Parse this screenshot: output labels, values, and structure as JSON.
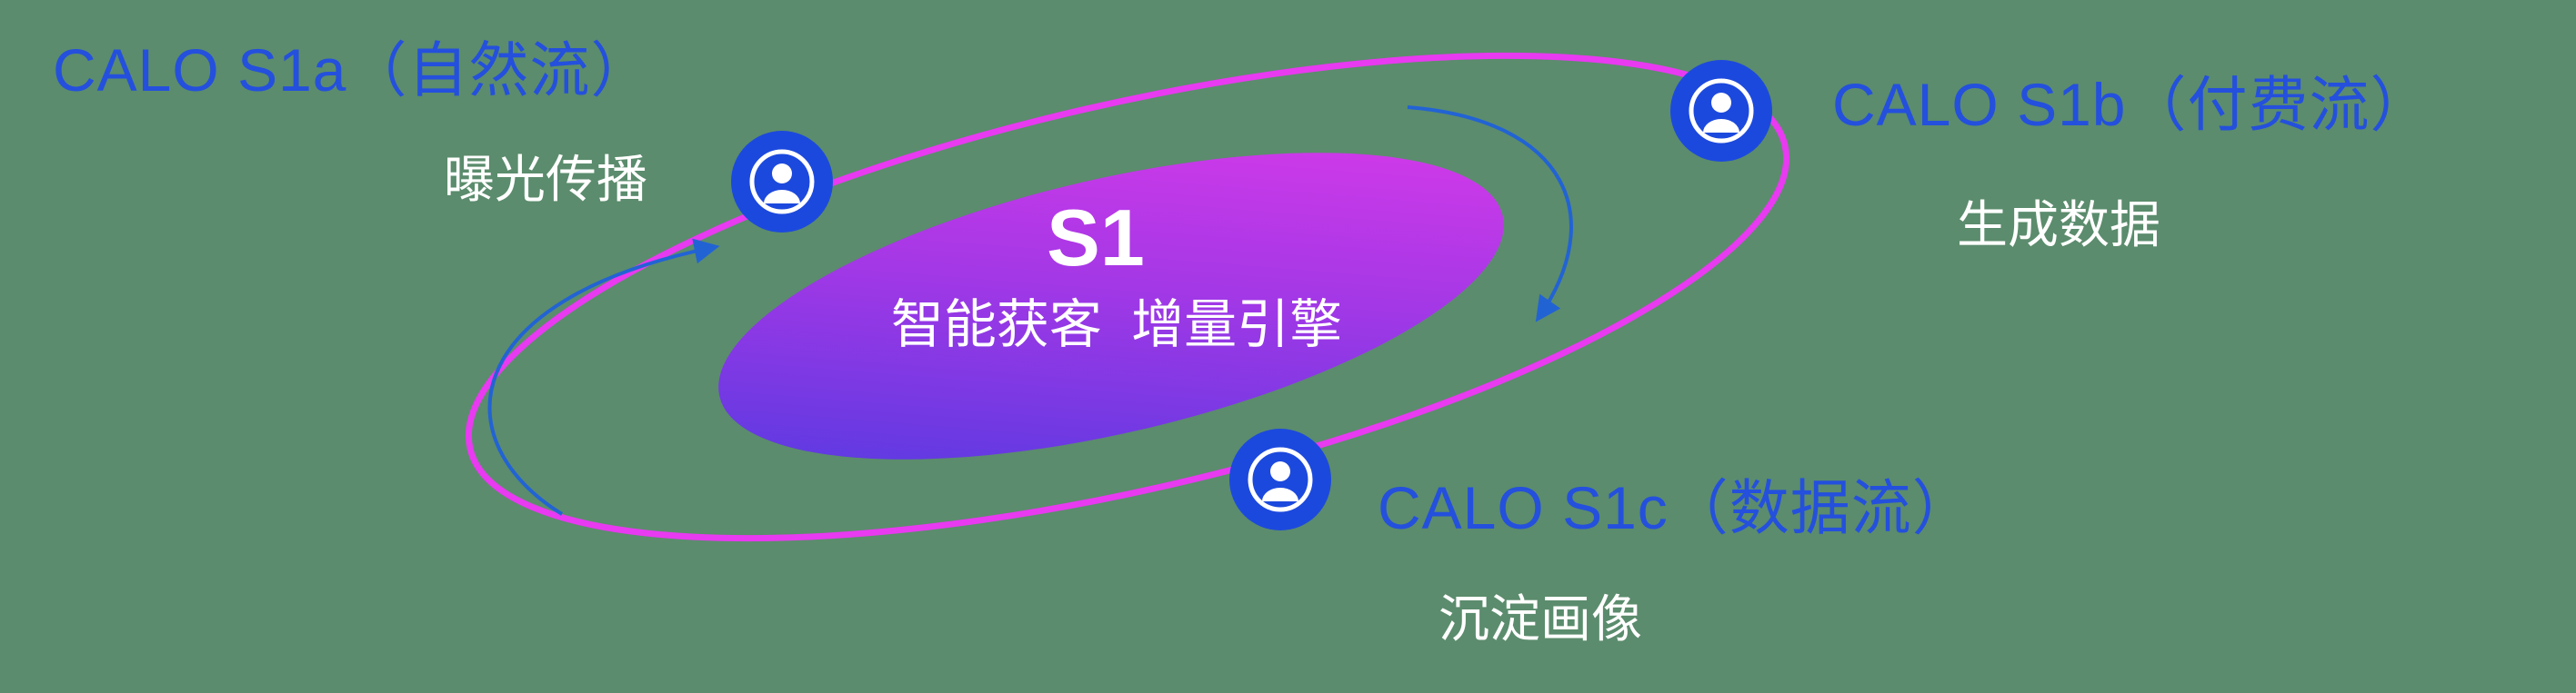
{
  "background_color": "#5b8c6d",
  "colors": {
    "background_green": "#5b8c6d",
    "title_blue": "#2450dd",
    "subtitle_white": "#ffffff",
    "ring_magenta": "#e83af0",
    "core_gradient_start": "#4b3ae0",
    "core_gradient_end": "#e03ae9",
    "icon_blue": "#1c49dd",
    "arrow_blue": "#2263d4"
  },
  "center": {
    "title": "S1",
    "subtitle": "智能获客  增量引擎"
  },
  "nodes": [
    {
      "id": "s1a",
      "label": "CALO S1a（自然流）",
      "sublabel": "曝光传播",
      "icon": "user-icon"
    },
    {
      "id": "s1b",
      "label": "CALO S1b（付费流）",
      "sublabel": "生成数据",
      "icon": "user-icon"
    },
    {
      "id": "s1c",
      "label": "CALO S1c（数据流）",
      "sublabel": "沉淀画像",
      "icon": "user-icon"
    }
  ]
}
